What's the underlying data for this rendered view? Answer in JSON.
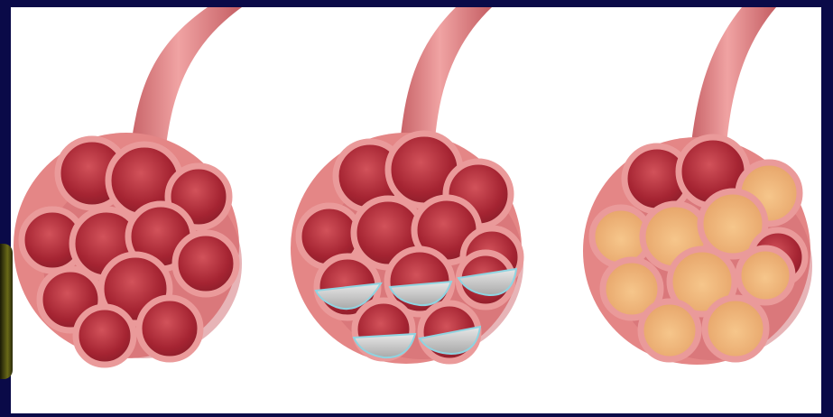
{
  "figure": {
    "panels": [
      {
        "id": "normal",
        "fill": "none"
      },
      {
        "id": "partial-fluid",
        "fill": "grey-fluid-in-lower-sacs"
      },
      {
        "id": "filled",
        "fill": "tan-fluid-throughout"
      }
    ]
  },
  "colors": {
    "background": "#0a0a48",
    "panel": "#ffffff",
    "tissue": "#e27f7f",
    "tissue_dark": "#b84a52",
    "cavity": "#a02230",
    "grey_fluid": "#c8c8c8",
    "grey_fluid_edge": "#8fd3e0",
    "tan_fluid": "#f2b77a"
  }
}
